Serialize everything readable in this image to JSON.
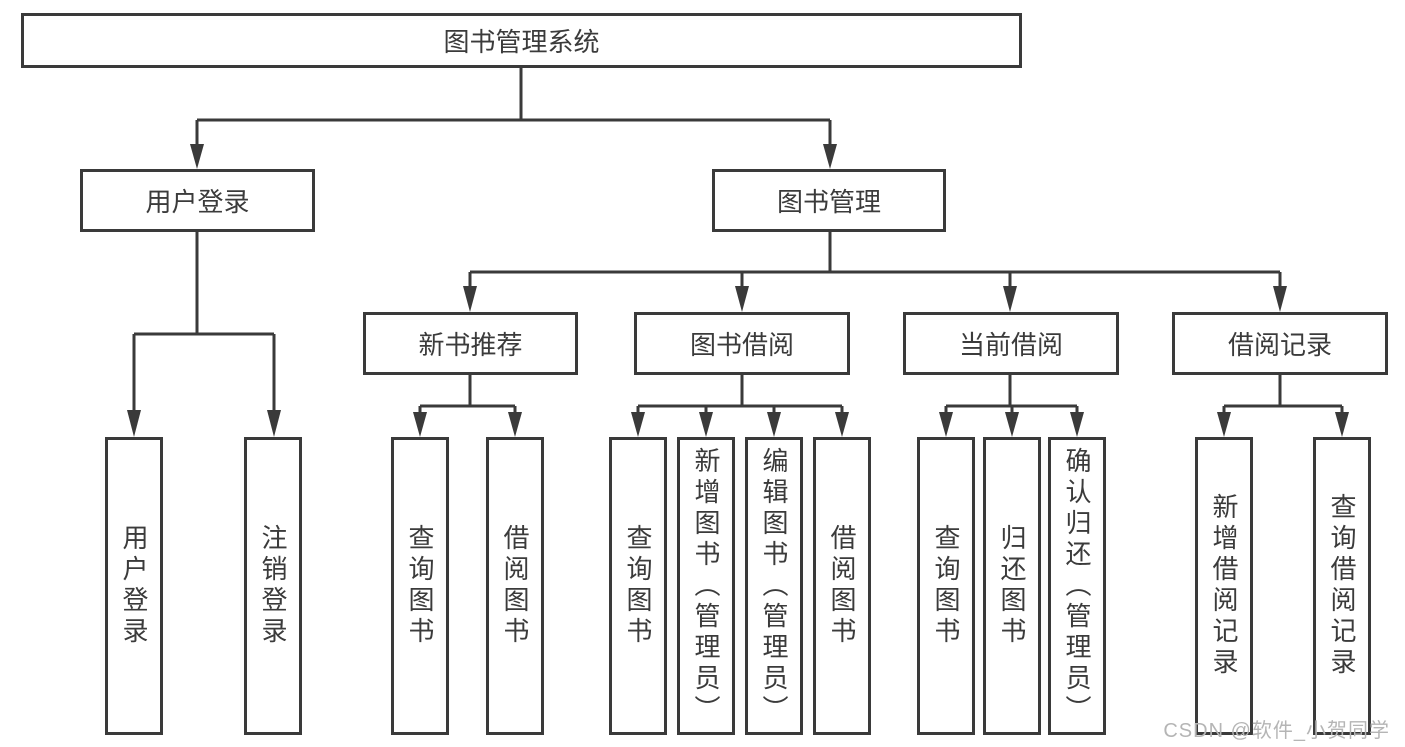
{
  "diagram": {
    "root": {
      "label": "图书管理系统"
    },
    "level1": [
      {
        "id": "user-login",
        "label": "用户登录"
      },
      {
        "id": "book-management",
        "label": "图书管理"
      }
    ],
    "user_login_children": [
      {
        "label": "用户登录"
      },
      {
        "label": "注销登录"
      }
    ],
    "book_management_groups": [
      {
        "label": "新书推荐",
        "children": [
          {
            "label": "查询图书"
          },
          {
            "label": "借阅图书"
          }
        ]
      },
      {
        "label": "图书借阅",
        "children": [
          {
            "label": "查询图书"
          },
          {
            "label": "新增图书（管理员）"
          },
          {
            "label": "编辑图书（管理员）"
          },
          {
            "label": "借阅图书"
          }
        ]
      },
      {
        "label": "当前借阅",
        "children": [
          {
            "label": "查询图书"
          },
          {
            "label": "归还图书"
          },
          {
            "label": "确认归还（管理员）"
          }
        ]
      },
      {
        "label": "借阅记录",
        "children": [
          {
            "label": "新增借阅记录"
          },
          {
            "label": "查询借阅记录"
          }
        ]
      }
    ]
  },
  "watermark": "CSDN @软件_小贺同学",
  "colors": {
    "line": "#3a3a3a",
    "text": "#3b3b3b",
    "background": "#ffffff",
    "watermark": "#b5b5b5"
  }
}
